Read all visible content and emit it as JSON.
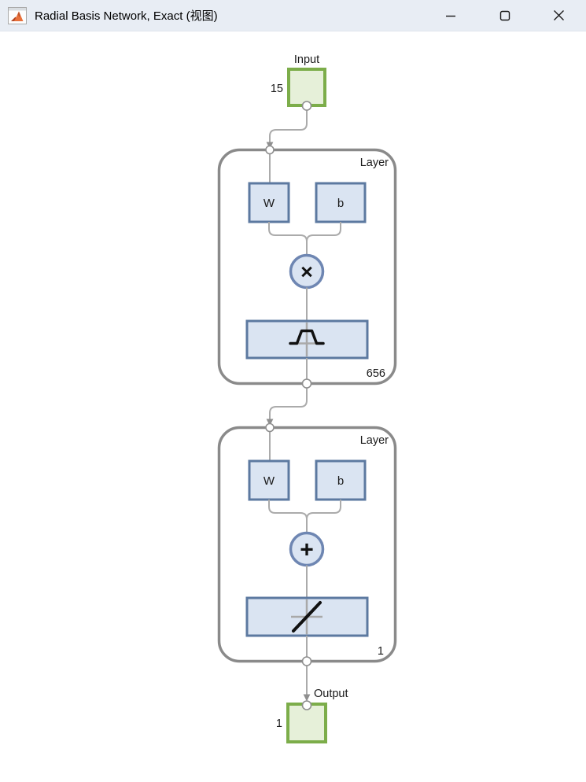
{
  "window": {
    "title": "Radial Basis Network, Exact (视图)"
  },
  "diagram": {
    "input": {
      "label": "Input",
      "dimension": "15"
    },
    "layer1": {
      "label": "Layer",
      "weight_label": "W",
      "bias_label": "b",
      "operation_symbol": "×",
      "transfer_icon": "radbas-icon",
      "neurons": "656"
    },
    "layer2": {
      "label": "Layer",
      "weight_label": "W",
      "bias_label": "b",
      "operation_symbol": "+",
      "transfer_icon": "purelin-icon",
      "neurons": "1"
    },
    "output": {
      "label": "Output",
      "dimension": "1"
    },
    "colors": {
      "titlebar_bg": "#E8EDF4",
      "input_output_border": "#7CAD4A",
      "input_output_fill": "#E6F0D9",
      "block_border": "#5C79A0",
      "block_fill": "#DAE4F2",
      "layer_border": "#8A8A8A",
      "connection": "#ABABAB"
    }
  }
}
